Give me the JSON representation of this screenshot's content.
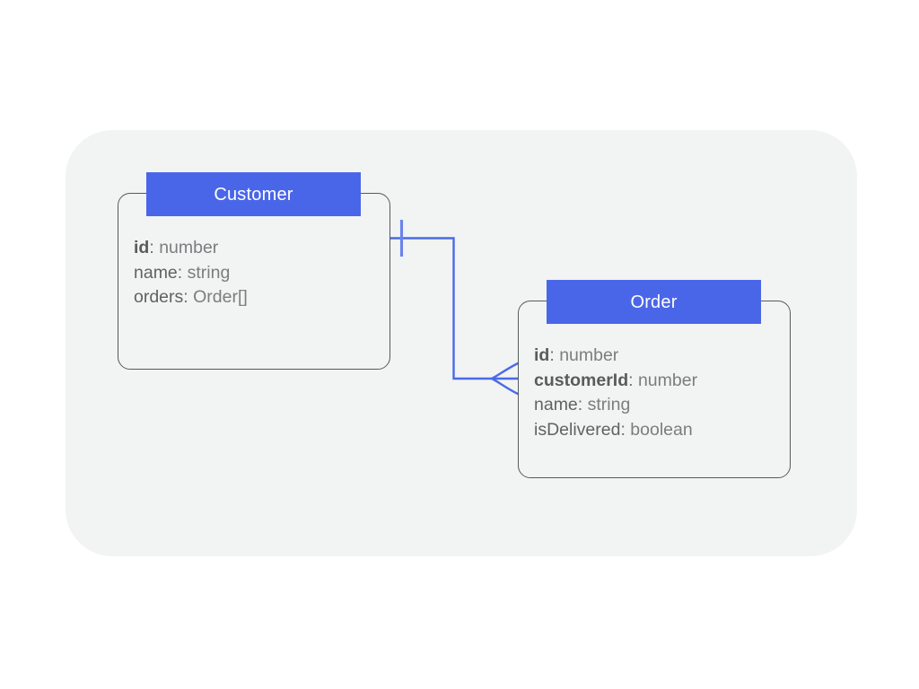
{
  "diagram": {
    "type": "entity-relationship-diagram",
    "surface_color": "#f2f3f3",
    "background_color": "#ffffff",
    "accent_color": "#4a66e8",
    "connector_color": "#4a6ae8",
    "border_color": "#555b5b",
    "text_color": "#6b6f70",
    "entities": [
      {
        "id": "customer",
        "title": "Customer",
        "fields": [
          {
            "name": "id",
            "separator": ":",
            "type": "number",
            "is_key": true
          },
          {
            "name": "name",
            "separator": ":",
            "type": "string",
            "is_key": false
          },
          {
            "name": "orders",
            "separator": ":",
            "type": "Order[]",
            "is_key": false
          }
        ]
      },
      {
        "id": "order",
        "title": "Order",
        "fields": [
          {
            "name": "id",
            "separator": ":",
            "type": "number",
            "is_key": true
          },
          {
            "name": "customerId",
            "separator": ":",
            "type": "number",
            "is_key": true
          },
          {
            "name": "name",
            "separator": ":",
            "type": "string",
            "is_key": false
          },
          {
            "name": "isDelivered",
            "separator": ":",
            "type": "boolean",
            "is_key": false
          }
        ]
      }
    ],
    "relationship": {
      "from": "customer",
      "to": "order",
      "from_cardinality": "one",
      "to_cardinality": "many",
      "from_notation": "single-tick",
      "to_notation": "crows-foot"
    }
  }
}
